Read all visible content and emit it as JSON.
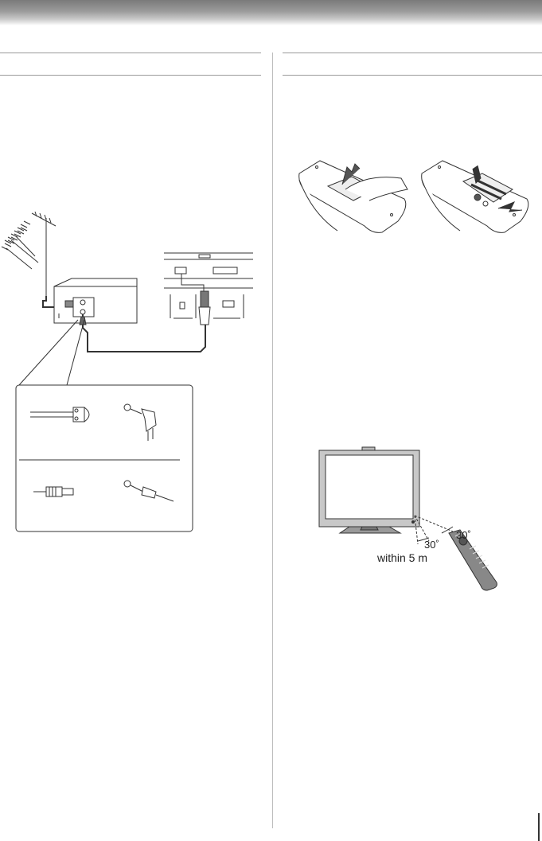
{
  "remote_range": {
    "angle_left": "30˚",
    "angle_right": "30˚",
    "distance": "within 5 m"
  },
  "colors": {
    "line": "#333333",
    "rule": "#9a9a9a",
    "screen_gray": "#cfcfcf"
  },
  "icons": [
    "antenna-icon",
    "vcr-icon",
    "tv-back-panel-icon",
    "coaxial-cable-icon",
    "remote-control-icon",
    "television-icon"
  ]
}
